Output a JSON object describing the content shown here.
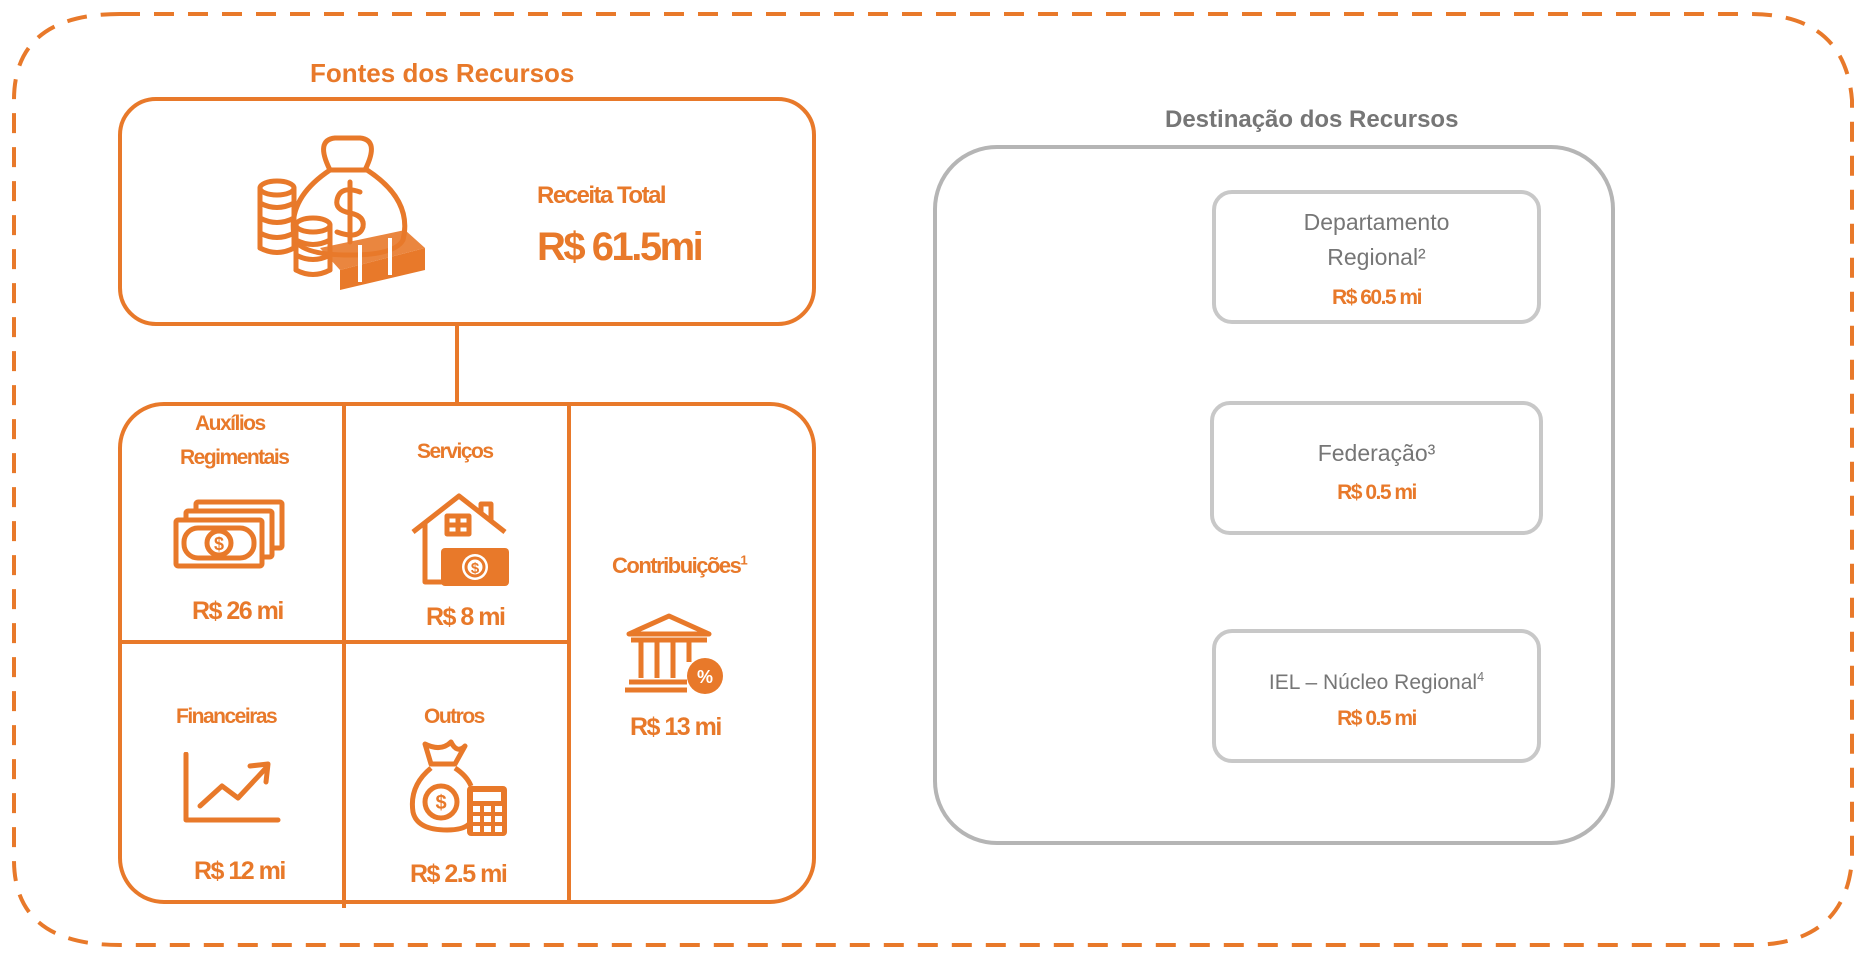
{
  "colors": {
    "accent": "#E8792A",
    "neutral": "#B5B5B5",
    "label_gray": "#767676"
  },
  "fontes": {
    "title": "Fontes dos Recursos",
    "total_label": "Receita Total",
    "total_value": "R$ 61.5mi",
    "auxilios": {
      "label_line1": "Auxílios",
      "label_line2": "Regimentais",
      "value": "R$ 26 mi",
      "icon": "cash-stack-icon"
    },
    "servicos": {
      "label": "Serviços",
      "value": "R$ 8 mi",
      "icon": "house-money-icon"
    },
    "contribuicoes": {
      "label": "Contribuições",
      "footnote": "1",
      "value": "R$ 13 mi",
      "icon": "bank-percent-icon"
    },
    "financeiras": {
      "label": "Financeiras",
      "value": "R$ 12 mi",
      "icon": "growth-chart-icon"
    },
    "outros": {
      "label": "Outros",
      "value": "R$ 2.5 mi",
      "icon": "money-bag-calculator-icon"
    }
  },
  "destinacao": {
    "title": "Destinação dos Recursos",
    "items": [
      {
        "label_line1": "Departamento",
        "label_line2": "Regional²",
        "value": "R$ 60.5 mi"
      },
      {
        "label_line1": "Federação³",
        "value": "R$ 0.5 mi"
      },
      {
        "label_line1": "IEL – Núcleo Regional",
        "footnote": "4",
        "value": "R$ 0.5 mi"
      }
    ]
  }
}
